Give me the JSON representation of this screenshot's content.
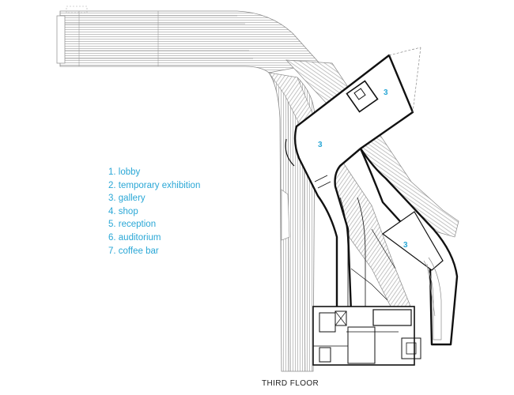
{
  "legend": {
    "items": [
      "1. lobby",
      "2. temporary exhibition",
      "3. gallery",
      "4. shop",
      "5. reception",
      "6. auditorium",
      "7. coffee bar"
    ]
  },
  "rooms": {
    "gallery_a": "3",
    "gallery_b": "3",
    "gallery_c": "3"
  },
  "caption": "THIRD FLOOR",
  "colors": {
    "accent": "#2aa7d6",
    "line": "#111111",
    "light_line": "#8a8a8a"
  }
}
